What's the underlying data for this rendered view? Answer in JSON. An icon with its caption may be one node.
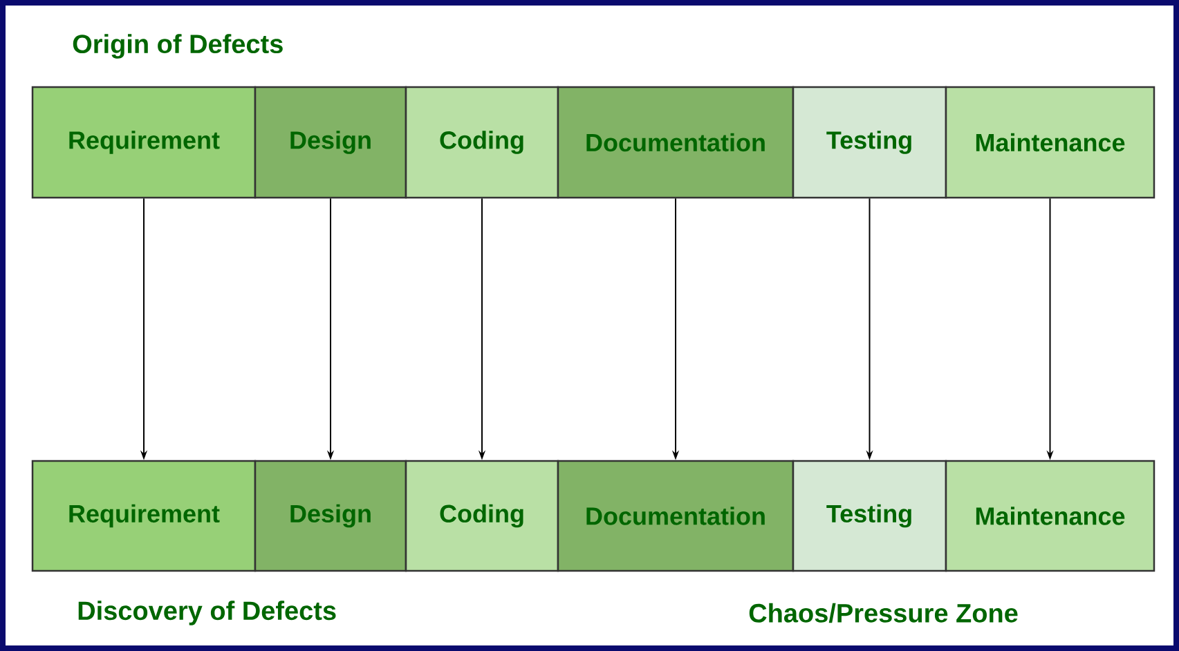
{
  "diagram": {
    "nodes": [
      {
        "text": [
          "Requirement"
        ]
      },
      {
        "text": [
          "Design"
        ]
      },
      {
        "text": [
          "Coding"
        ]
      },
      {
        "text": [
          "Documentation"
        ]
      },
      {
        "text": [
          "Testing"
        ]
      },
      {
        "text": [
          "Maintenance"
        ]
      },
      {
        "text": [
          "Requirement"
        ]
      },
      {
        "text": [
          "Design"
        ]
      },
      {
        "text": [
          "Coding"
        ]
      },
      {
        "text": [
          "Documentation"
        ]
      },
      {
        "text": [
          "Testing"
        ]
      },
      {
        "text": [
          "Maintenance"
        ]
      }
    ],
    "edges": [
      {
        "from": 0,
        "to": 6,
        "arrow": "to"
      },
      {
        "from": 1,
        "to": 7,
        "arrow": "to"
      },
      {
        "from": 2,
        "to": 8,
        "arrow": "to"
      },
      {
        "from": 3,
        "to": 9,
        "arrow": "to"
      },
      {
        "from": 4,
        "to": 10,
        "arrow": "to"
      },
      {
        "from": 5,
        "to": 11,
        "arrow": "to"
      }
    ],
    "labels": [
      "Origin of Defects",
      "Discovery of Defects",
      "Chaos/Pressure Zone"
    ]
  }
}
